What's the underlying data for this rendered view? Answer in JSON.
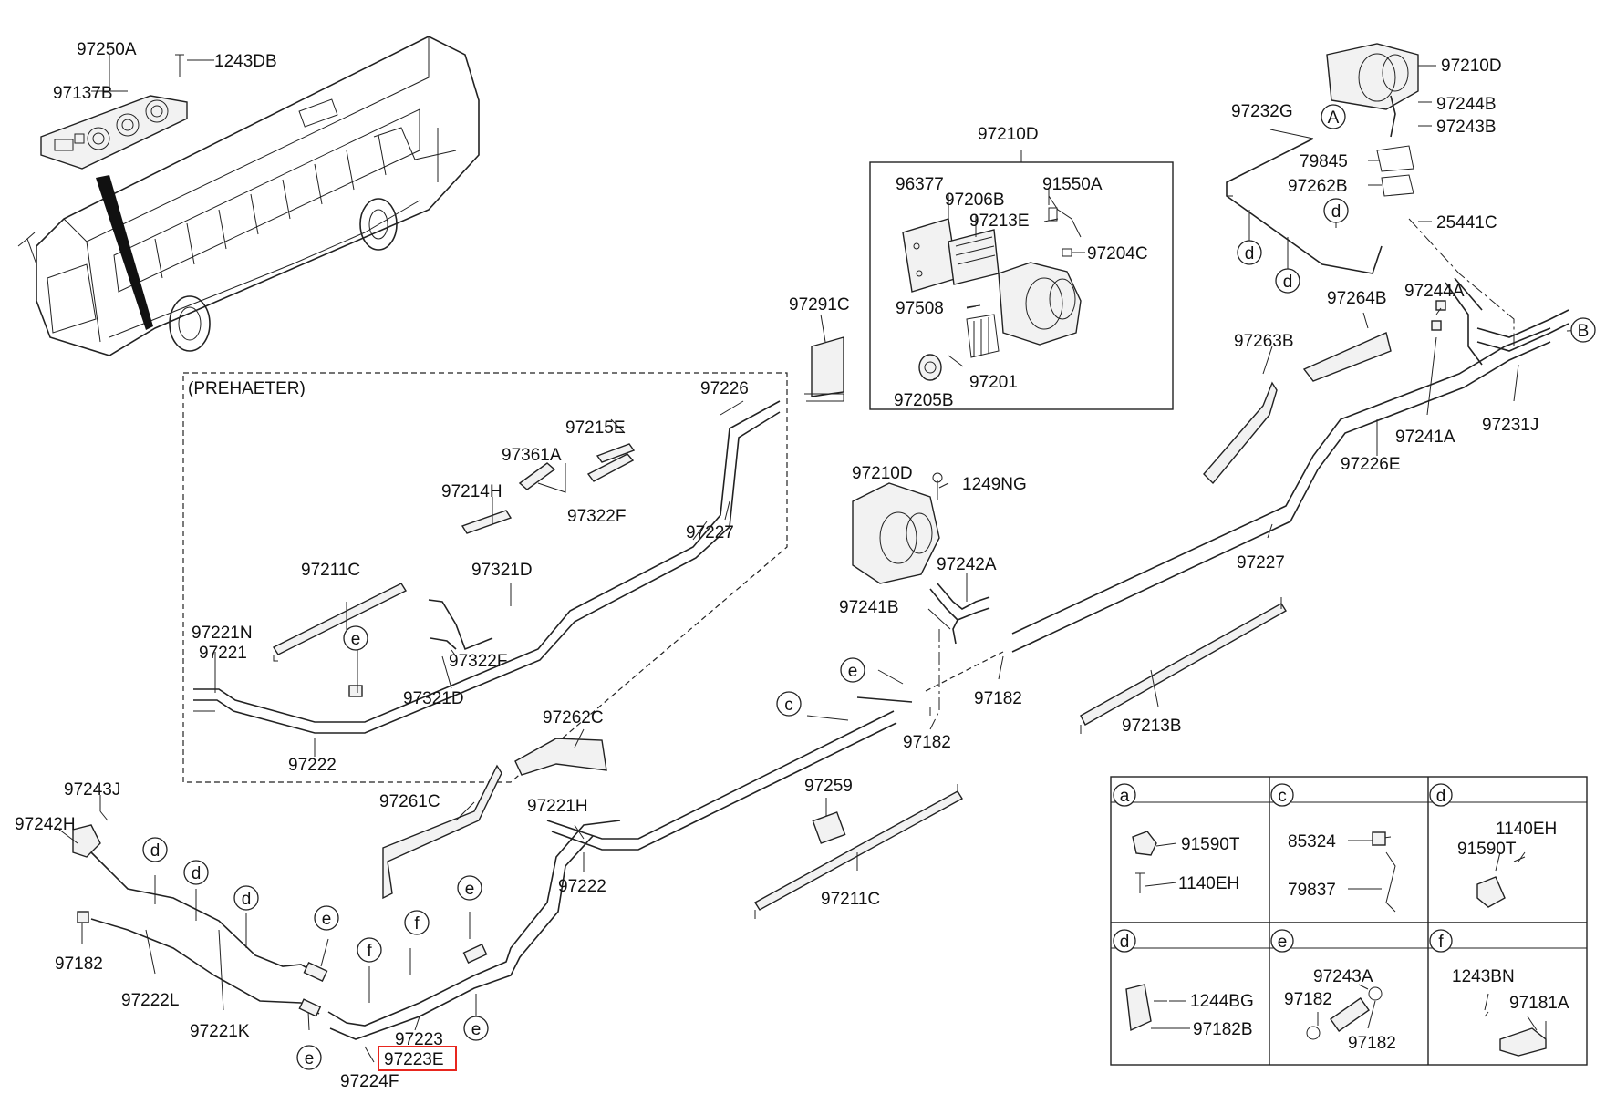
{
  "diagram": {
    "labels": {
      "p97250A": "97250A",
      "p1243DB": "1243DB",
      "p97137B": "97137B",
      "preheater": "(PREHAETER)",
      "p97226": "97226",
      "p97215E": "97215E",
      "p97361A": "97361A",
      "p97214H": "97214H",
      "p97322F_a": "97322F",
      "p97227_a": "97227",
      "p97211C_a": "97211C",
      "p97321D_a": "97321D",
      "p97221N": "97221N",
      "p97221": "97221",
      "p97322F_b": "97322F",
      "p97321D_b": "97321D",
      "p97222_a": "97222",
      "p97210D_box": "97210D",
      "p96377": "96377",
      "p97206B": "97206B",
      "p91550A": "91550A",
      "p97213E": "97213E",
      "p97204C": "97204C",
      "p97508": "97508",
      "p97201": "97201",
      "p97205B": "97205B",
      "p97291C": "97291C",
      "p97210D_top": "97210D",
      "p97232G": "97232G",
      "p97244B": "97244B",
      "p97243B": "97243B",
      "p79845": "79845",
      "p97262B": "97262B",
      "p25441C": "25441C",
      "p97264B": "97264B",
      "p97244A": "97244A",
      "p97263B": "97263B",
      "p97241A": "97241A",
      "p97231J": "97231J",
      "p97226E": "97226E",
      "p97227_b": "97227",
      "p97210D_mid": "97210D",
      "p1249NG": "1249NG",
      "p97242A": "97242A",
      "p97241B": "97241B",
      "p97182_a": "97182",
      "p97182_b": "97182",
      "p97213B": "97213B",
      "p97262C": "97262C",
      "p97261C": "97261C",
      "p97221H": "97221H",
      "p97222_b": "97222",
      "p97259": "97259",
      "p97211C_b": "97211C",
      "p97243J": "97243J",
      "p97242H": "97242H",
      "p97182_c": "97182",
      "p97222L": "97222L",
      "p97221K": "97221K",
      "p97223": "97223",
      "p97223E": "97223E",
      "p97224F": "97224F"
    },
    "callouts": {
      "A": "A",
      "B": "B",
      "c": "c",
      "d": "d",
      "e": "e",
      "f": "f"
    },
    "legend": {
      "cells": [
        {
          "key": "a",
          "parts": [
            "91590T",
            "1140EH"
          ]
        },
        {
          "key": "c",
          "parts": [
            "85324",
            "79837"
          ]
        },
        {
          "key": "d",
          "parts": [
            "1140EH",
            "91590T"
          ]
        },
        {
          "key": "d",
          "parts": [
            "1244BG",
            "97182B"
          ]
        },
        {
          "key": "e",
          "parts": [
            "97243A",
            "97182",
            "97182"
          ]
        },
        {
          "key": "f",
          "parts": [
            "1243BN",
            "97181A"
          ]
        }
      ]
    },
    "highlight_color": "#e8261e"
  }
}
